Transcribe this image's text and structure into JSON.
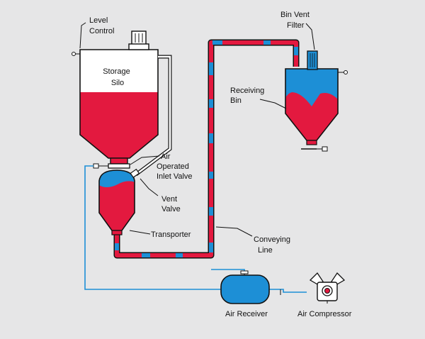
{
  "labels": {
    "level_control": [
      "Level",
      "Control"
    ],
    "storage_silo": [
      "Storage",
      "Silo"
    ],
    "air_operated_inlet_valve": [
      "Air",
      "Operated",
      "Inlet Valve"
    ],
    "vent_valve": [
      "Vent",
      "Valve"
    ],
    "transporter": "Transporter",
    "conveying_line": [
      "Conveying",
      "Line"
    ],
    "bin_vent_filter": [
      "Bin Vent",
      "Filter"
    ],
    "receiving_bin": [
      "Receiving",
      "Bin"
    ],
    "air_receiver": "Air Receiver",
    "air_compressor": "Air Compressor"
  },
  "colors": {
    "background": "#e6e6e7",
    "material": "#e3193f",
    "air": "#1d8fd6",
    "outline": "#111111",
    "vessel_empty": "#ffffff"
  }
}
